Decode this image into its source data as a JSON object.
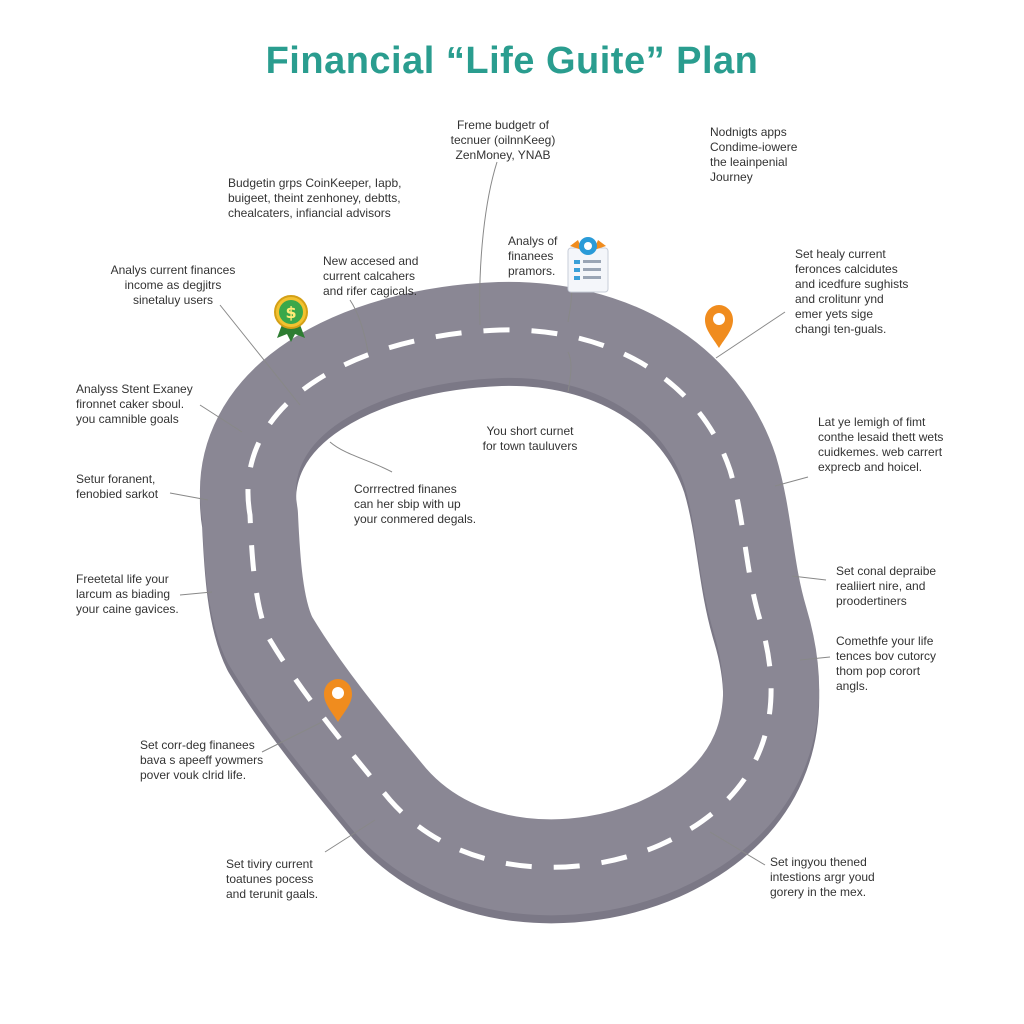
{
  "title": "Financial “Life Guite” Plan",
  "colors": {
    "title": "#2a9d8f",
    "road": "#8a8794",
    "road_edge": "#7b7886",
    "lane": "#ffffff",
    "pin": "#f08c1e",
    "leader": "#888888",
    "text": "#333333"
  },
  "labels": {
    "top_center": "Freme budgetr of\ntecnuer (oilnnKeeg)\nZenMoney, YNAB",
    "top_right": "Nodnigts apps\nCondime-iowere\nthe leainpenial\nJourney",
    "budget_apps": "Budgetin grps CoinKeeper, Iapb,\nbuigeet, theint zenhoney, debtts,\nchealcaters, infiancial advisors",
    "analys_docs": "Analys of\nfinanees\npramors.",
    "new_accessed": "New accesed and\ncurrent calcahers\nand rifer cagicals.",
    "analys_current": "Analys current finances\nincome as degjitrs\nsinetaluy users",
    "set_healy": "Set healy current\nferonces calcidutes\nand icedfure sughists\nand crolitunr ynd\nemer yets sige\nchangi ten-guals.",
    "analyss_stent": "Analyss Stent Exaney\nfironnet caker sboul.\nyou camnible goals",
    "you_short": "You short curnet\nfor town tauluvers",
    "lat_ye": "Lat ye lemigh of fimt\nconthe lesaid thett wets\ncuidkemes. web carrert\nexprecb and hoicel.",
    "corrected": "Corrrectred finanes\ncan her sbip with up\nyour conmered degals.",
    "setur": "Setur foranent,\nfenobied sarkot",
    "freetetal": "Freetetal life your\nlarcum as biading\nyour caine gavices.",
    "set_conal": "Set conal depraibe\nrealiiert nire, and\nproodertiners",
    "comethfe": "Comethfe your life\ntences bov cutorcy\nthom pop corort\nangls.",
    "set_corr": "Set corr-deg finanees\nbava s apeeff yowmers\npover vouk clrid life.",
    "set_tiviry": "Set tiviry current\ntoatunes pocess\nand terunit gaals.",
    "set_ingy": "Set ingyou thened\nintestions argr youd\ngorery in the mex."
  }
}
